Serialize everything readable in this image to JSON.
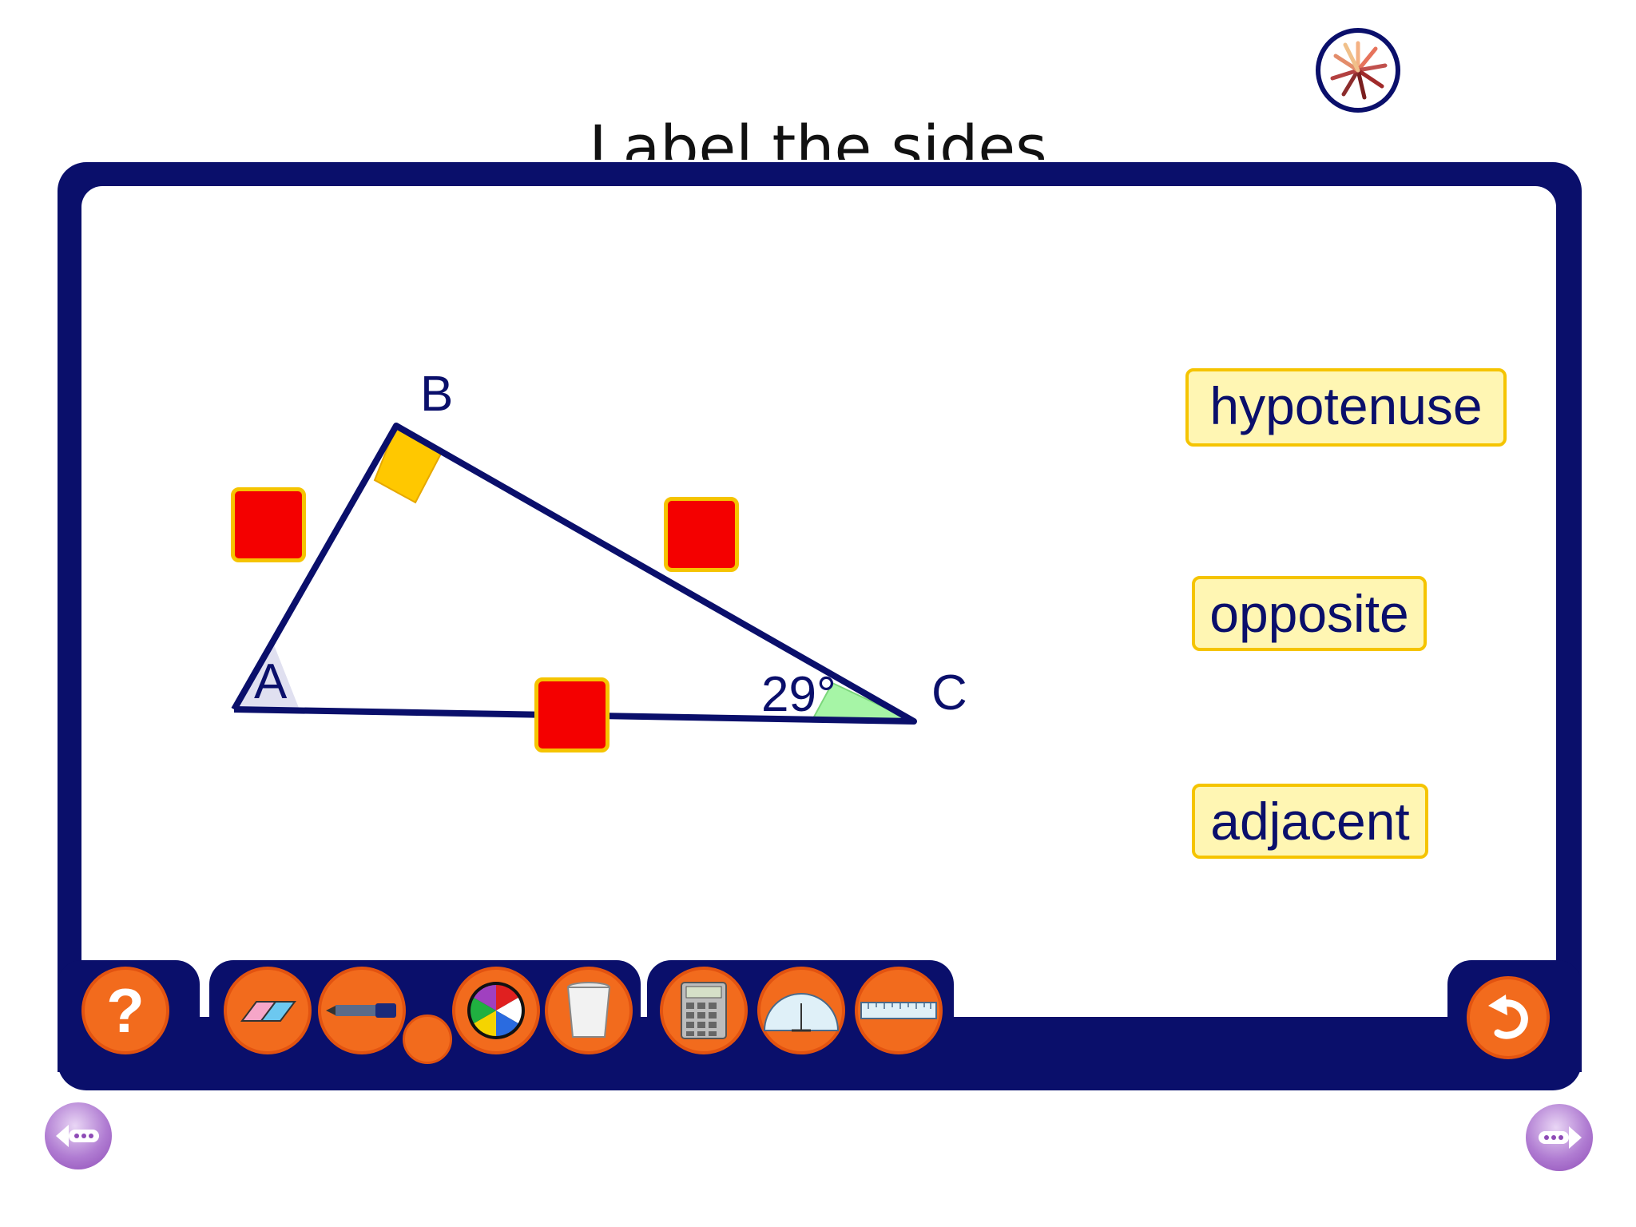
{
  "header": {
    "title": "Label the sides"
  },
  "triangle": {
    "vertex_a": "A",
    "vertex_b": "B",
    "vertex_c": "C",
    "angle_c": "29°"
  },
  "labels": [
    {
      "text": "hypotenuse"
    },
    {
      "text": "opposite"
    },
    {
      "text": "adjacent"
    }
  ],
  "toolbar": {
    "help_icon": "question-mark-icon",
    "tools": [
      "eraser-icon",
      "pen-icon",
      "color-wheel-icon",
      "bin-icon",
      "calculator-icon",
      "protractor-icon",
      "ruler-icon"
    ],
    "undo_icon": "undo-arrow-icon",
    "prev_icon": "left-arrow-icon",
    "next_icon": "right-arrow-icon"
  },
  "colors": {
    "frame": "#0a0f6b",
    "button": "#f26b1d",
    "drop_box": "#f40000",
    "label_fill": "#fff6b3",
    "label_border": "#f5c400",
    "angle_fill": "#a6f5a6",
    "right_angle_fill": "#ffc800"
  }
}
